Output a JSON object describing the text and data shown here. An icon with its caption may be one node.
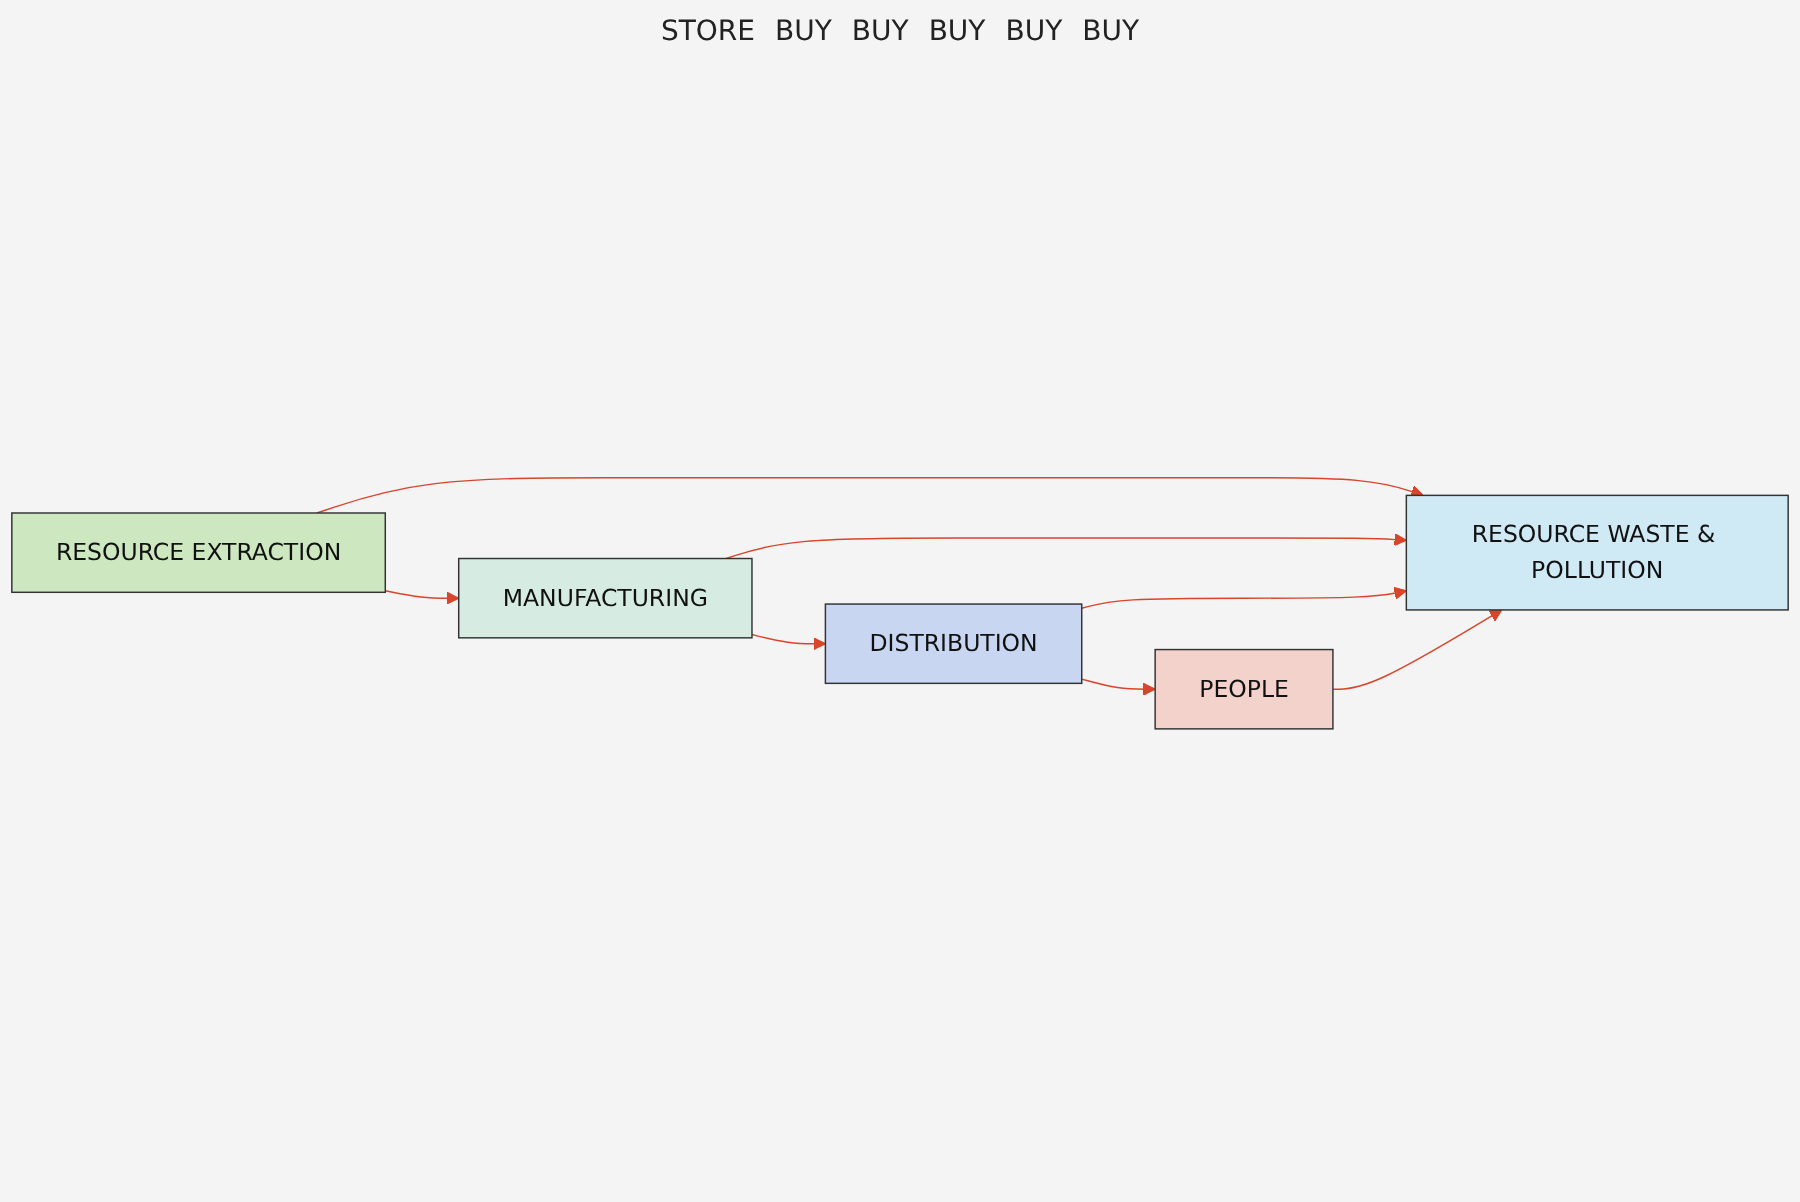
{
  "diagram": {
    "nodes": [
      {
        "text": [
          "RESOURCE EXTRACTION"
        ]
      },
      {
        "text": [
          "MANUFACTURING"
        ]
      },
      {
        "text": [
          "DISTRIBUTION"
        ]
      },
      {
        "text": [
          "PEOPLE"
        ]
      },
      {
        "text": [
          "RESOURCE WASTE & POLLUTION"
        ]
      }
    ],
    "edges": [
      {
        "from": 0,
        "to": 1,
        "arrow": "to",
        "color": "#d9442a"
      },
      {
        "from": 1,
        "to": 2,
        "arrow": "to",
        "color": "#d9442a"
      },
      {
        "from": 2,
        "to": 3,
        "arrow": "to",
        "color": "#d9442a"
      },
      {
        "from": 0,
        "to": 4,
        "arrow": "to",
        "color": "#d9442a"
      },
      {
        "from": 1,
        "to": 4,
        "arrow": "to",
        "color": "#d9442a"
      },
      {
        "from": 2,
        "to": 4,
        "arrow": "to",
        "color": "#d9442a"
      },
      {
        "from": 3,
        "to": 4,
        "arrow": "to",
        "color": "#d9442a"
      }
    ],
    "labels": [
      "STORE",
      "BUY",
      "BUY",
      "BUY",
      "BUY",
      "BUY"
    ]
  }
}
